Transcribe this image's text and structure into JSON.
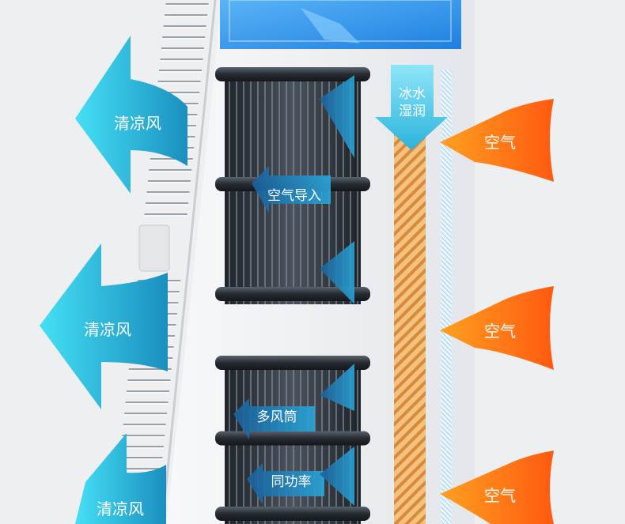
{
  "labels": {
    "cool_wind_top": "清凉风",
    "cool_wind_mid": "清凉风",
    "cool_wind_bottom": "清凉风",
    "air_top": "空气",
    "air_mid": "空气",
    "air_bottom": "空气",
    "ice_water_line1": "冰水",
    "ice_water_line2": "湿润",
    "air_intake": "空气导入",
    "multi_duct": "多风筒",
    "same_power": "同功率"
  },
  "colors": {
    "background": "#eeeff1",
    "cool_arrow": "#2fc8ea",
    "warm_arrow": "#ff7a10",
    "fan_dark": "#2a2f36",
    "fan_arrow": "#1f86b8",
    "water_pad": "#e8a050",
    "tank_blue": "#3a9ef0"
  },
  "icons": [
    "cool-air-arrow",
    "warm-air-arrow",
    "fan-cylinder",
    "water-drop-arrow"
  ]
}
